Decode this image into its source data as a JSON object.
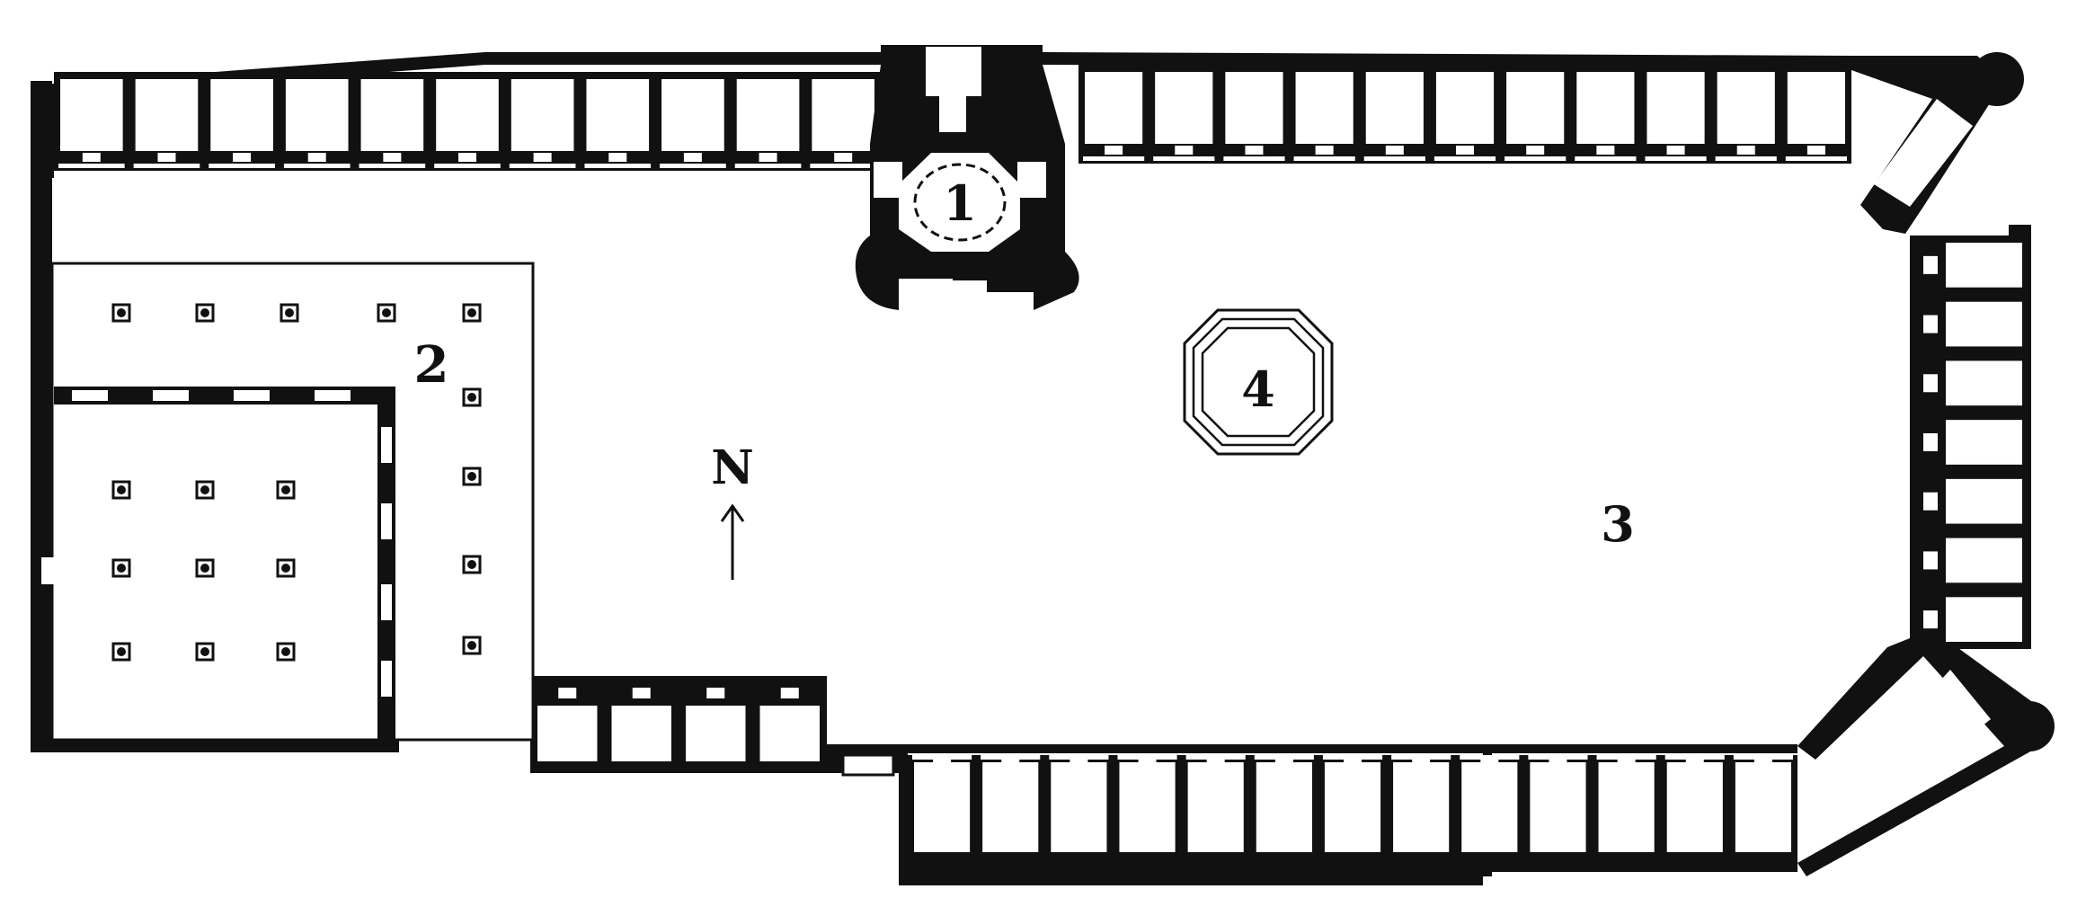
{
  "labels": {
    "mosque": "1",
    "courtyard_hall": "2",
    "courtyard": "3",
    "pool": "4",
    "north": "N"
  },
  "colors": {
    "ink": "#111111",
    "paper": "#ffffff",
    "fill": "#fbfbfb"
  }
}
